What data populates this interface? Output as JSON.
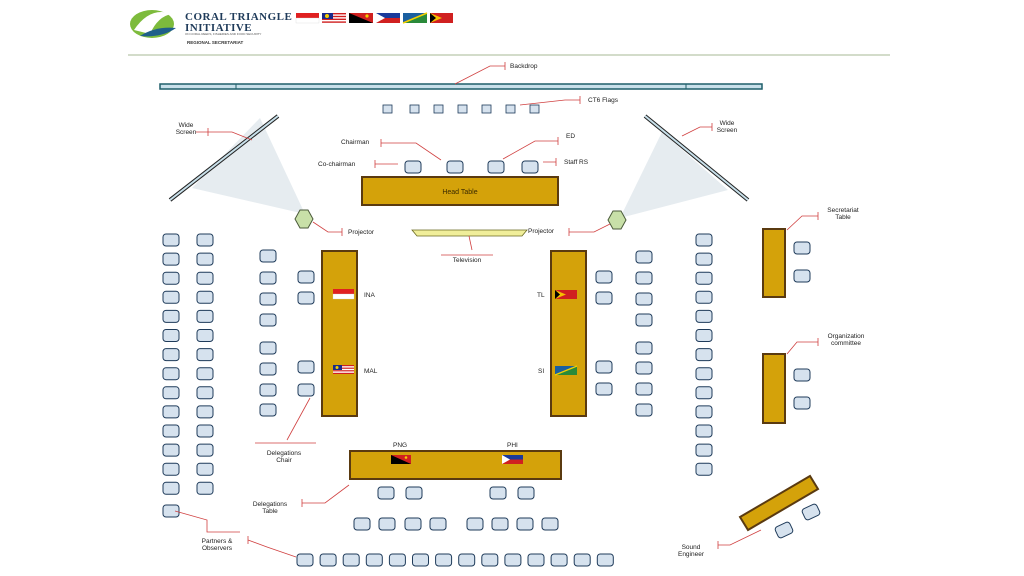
{
  "header": {
    "logo_line1": "CORAL TRIANGLE",
    "logo_line2": "INITIATIVE",
    "logo_tagline": "ON CORAL REEFS, FISHERIES AND FOOD SECURITY",
    "subtitle": "REGIONAL SECRETARIAT",
    "flags": [
      "indonesia",
      "malaysia",
      "papua-new-guinea",
      "philippines",
      "solomon-islands",
      "timor-leste"
    ]
  },
  "labels": {
    "backdrop": "Backdrop",
    "ct6_flags": "CT6 Flags",
    "wide_screen_left_1": "Wide",
    "wide_screen_left_2": "Screen",
    "wide_screen_right_1": "Wide",
    "wide_screen_right_2": "Screen",
    "chairman": "Chairman",
    "co_chairman": "Co-chairman",
    "ed": "ED",
    "staff_rs": "Staff RS",
    "head_table": "Head Table",
    "projector_left": "Projector",
    "projector_right": "Projector",
    "television": "Television",
    "secretariat_1": "Secretariat",
    "secretariat_2": "Table",
    "organization_1": "Organization",
    "organization_2": "committee",
    "ina": "INA",
    "mal": "MAL",
    "tl": "TL",
    "si": "SI",
    "png": "PNG",
    "phi": "PHI",
    "delegations_chair_1": "Delegations",
    "delegations_chair_2": "Chair",
    "delegations_table_1": "Delegations",
    "delegations_table_2": "Table",
    "partners_1": "Partners &",
    "partners_2": "Observers",
    "sound_1": "Sound",
    "sound_2": "Engineer"
  },
  "colors": {
    "table_fill": "#d4a20a",
    "table_border": "#5a3a10",
    "chair_fill": "#d6e2ee",
    "chair_border": "#1f3b5a",
    "callout": "#d04040",
    "backdrop": "#c8e0ea",
    "screen_beam": "#e6ecf0",
    "projector": "#c8e0a8",
    "television": "#f0ee9a",
    "header_rule": "#8aa070"
  }
}
